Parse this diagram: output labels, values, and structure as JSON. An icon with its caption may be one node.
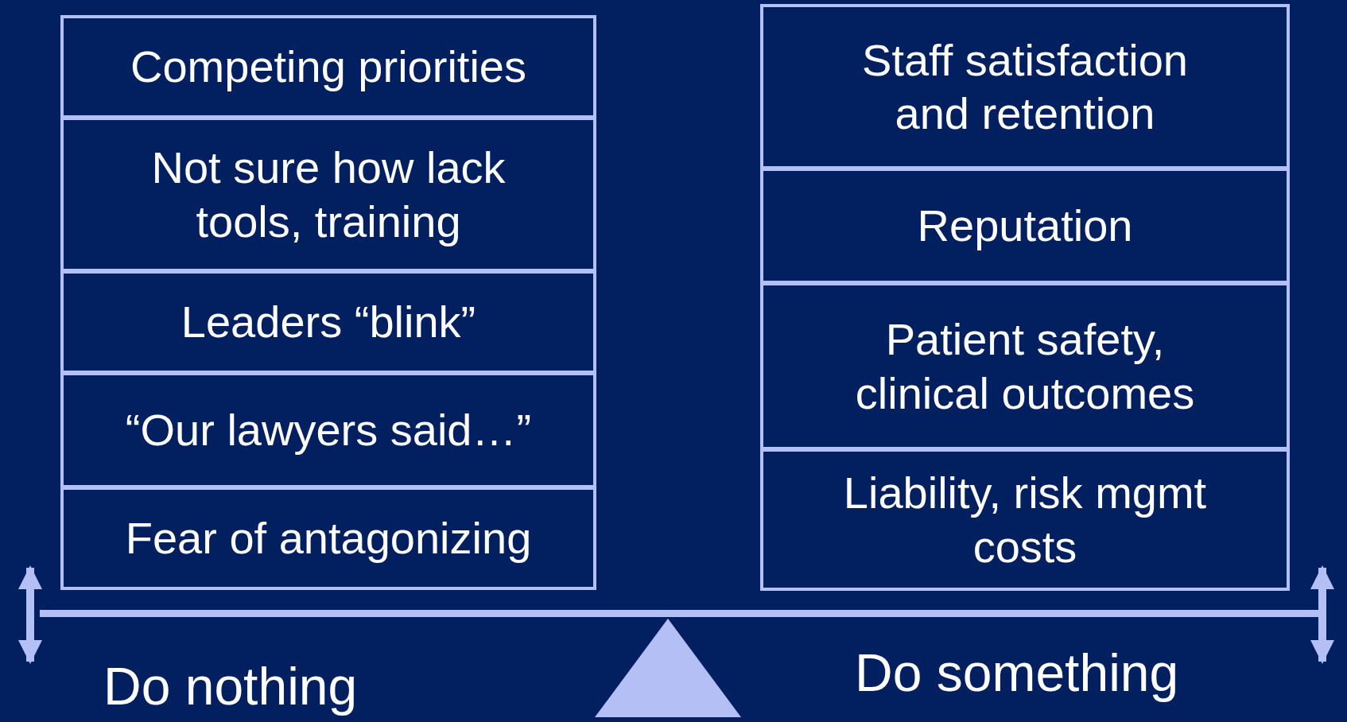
{
  "diagram": {
    "nodes": [
      {
        "text": [
          "Competing priorities"
        ]
      },
      {
        "text": [
          "Not sure how lack tools, training"
        ]
      },
      {
        "text": [
          "Leaders “blink”"
        ]
      },
      {
        "text": [
          "“Our lawyers said…”"
        ]
      },
      {
        "text": [
          "Fear of antagonizing"
        ]
      },
      {
        "text": [
          "Staff satisfaction and retention"
        ]
      },
      {
        "text": [
          "Reputation"
        ]
      },
      {
        "text": [
          "Patient safety, clinical outcomes"
        ]
      },
      {
        "text": [
          "Liability, risk mgmt costs"
        ]
      }
    ],
    "edges": [],
    "labels": [
      "Do nothing",
      "Do something"
    ]
  }
}
